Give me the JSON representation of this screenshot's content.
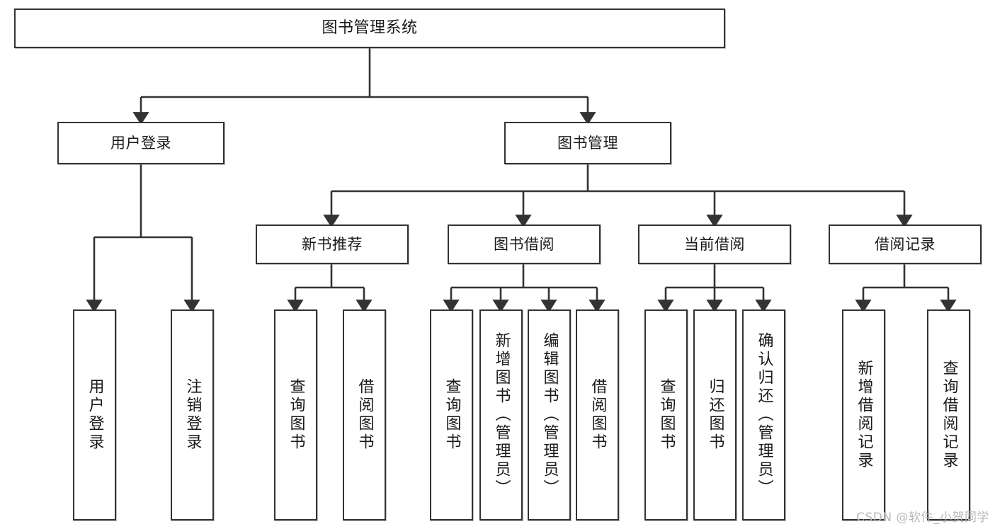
{
  "diagram": {
    "kind": "tree-hierarchy-chart",
    "root": {
      "id": "root",
      "label": "图书管理系统"
    },
    "level1": [
      {
        "id": "user-login",
        "label": "用户登录"
      },
      {
        "id": "book-manage",
        "label": "图书管理"
      }
    ],
    "level2": [
      {
        "id": "new-book-rec",
        "label": "新书推荐"
      },
      {
        "id": "book-borrow",
        "label": "图书借阅"
      },
      {
        "id": "current-borrow",
        "label": "当前借阅"
      },
      {
        "id": "borrow-record",
        "label": "借阅记录"
      }
    ],
    "leaves": {
      "user_login": [
        {
          "id": "leaf-user-login",
          "label": "用户登录"
        },
        {
          "id": "leaf-user-logout",
          "label": "注销登录"
        }
      ],
      "new_book_rec": [
        {
          "id": "leaf-query-book-1",
          "label": "查询图书"
        },
        {
          "id": "leaf-borrow-book-1",
          "label": "借阅图书"
        }
      ],
      "book_borrow": [
        {
          "id": "leaf-query-book-2",
          "label": "查询图书"
        },
        {
          "id": "leaf-add-book",
          "label": "新增图书（管理员）"
        },
        {
          "id": "leaf-edit-book",
          "label": "编辑图书（管理员）"
        },
        {
          "id": "leaf-borrow-book-2",
          "label": "借阅图书"
        }
      ],
      "current_borrow": [
        {
          "id": "leaf-query-book-3",
          "label": "查询图书"
        },
        {
          "id": "leaf-return-book",
          "label": "归还图书"
        },
        {
          "id": "leaf-confirm-return",
          "label": "确认归还（管理员）"
        }
      ],
      "borrow_record": [
        {
          "id": "leaf-add-record",
          "label": "新增借阅记录"
        },
        {
          "id": "leaf-query-record",
          "label": "查询借阅记录"
        }
      ]
    }
  },
  "watermark": {
    "text": "CSDN @软件_小贺同学"
  },
  "colors": {
    "stroke": "#333333",
    "box_fill": "#ffffff",
    "text": "#1a1a1a",
    "watermark": "#b9b9b9",
    "canvas": "#ffffff"
  }
}
